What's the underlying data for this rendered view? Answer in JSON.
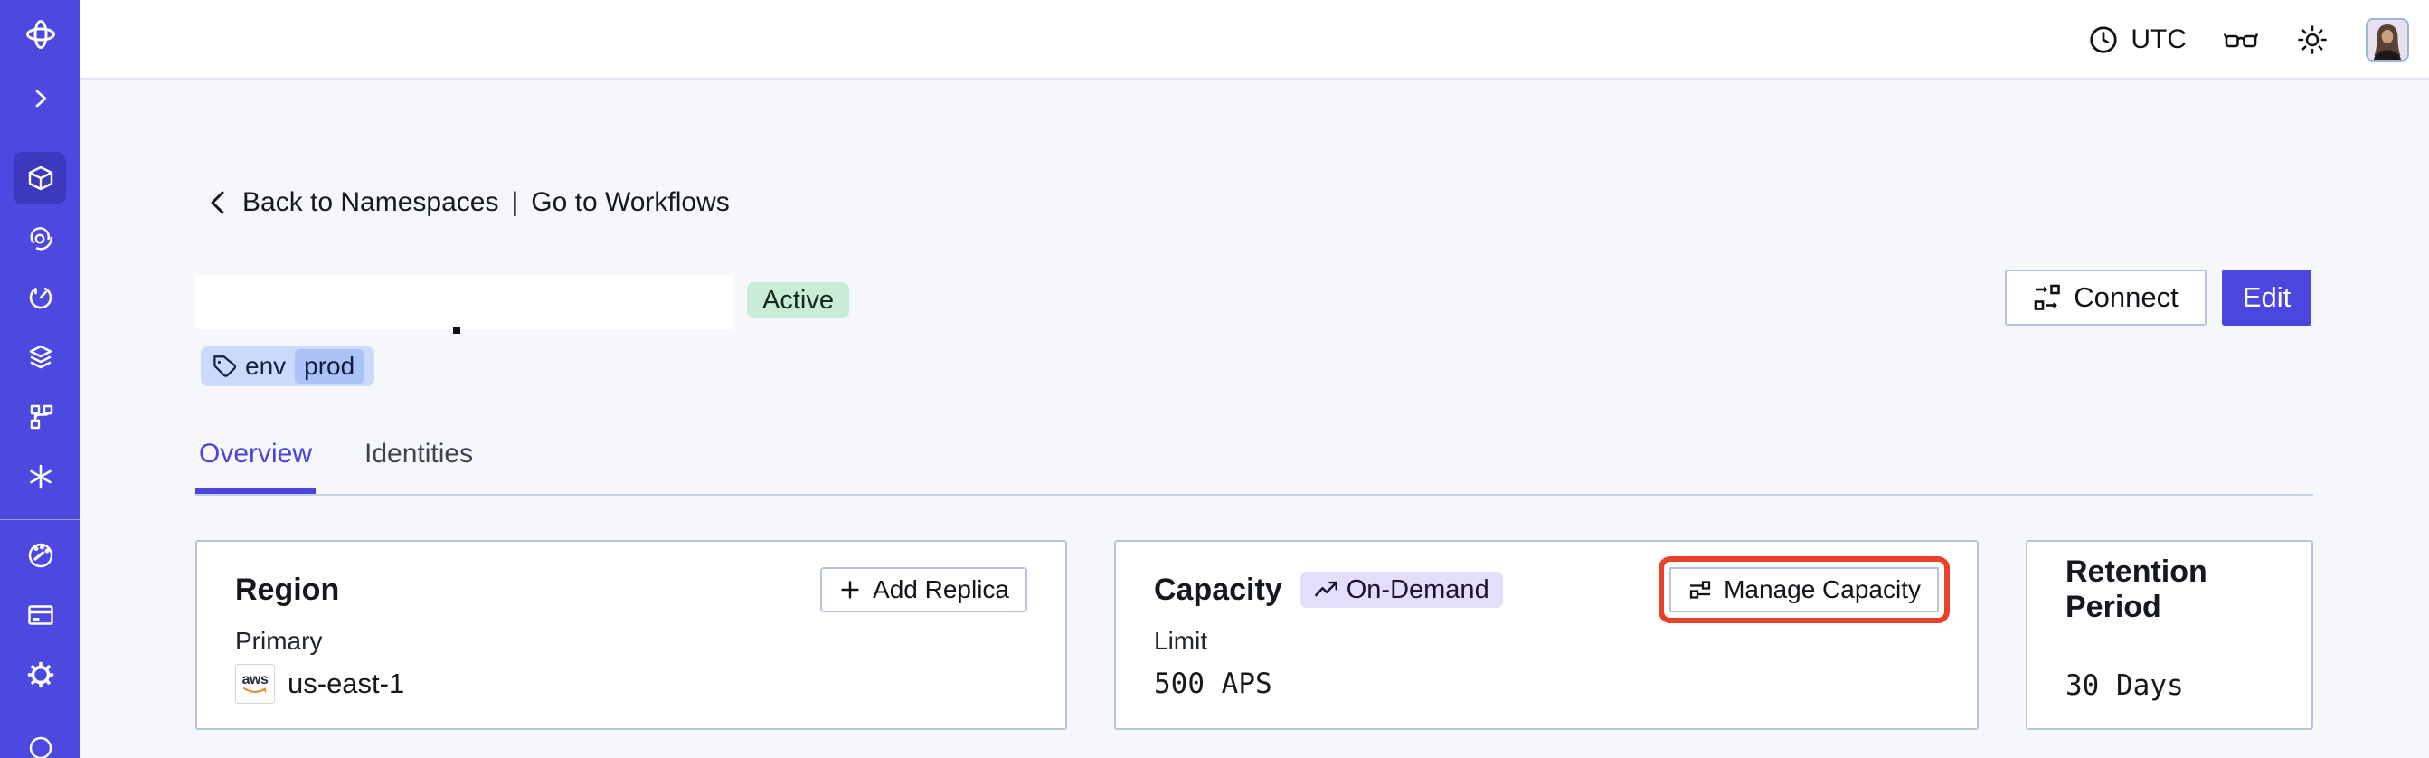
{
  "topbar": {
    "timezone": "UTC"
  },
  "breadcrumb": {
    "back_label": "Back to Namespaces",
    "separator": "|",
    "forward_label": "Go to Workflows"
  },
  "namespace_header": {
    "status_badge": "Active",
    "tag_key": "env",
    "tag_value": "prod",
    "connect_label": "Connect",
    "edit_label": "Edit"
  },
  "tabs": [
    {
      "label": "Overview",
      "active": true
    },
    {
      "label": "Identities",
      "active": false
    }
  ],
  "cards": {
    "region": {
      "title": "Region",
      "action_label": "Add Replica",
      "field_label": "Primary",
      "provider_label": "aws",
      "value": "us-east-1"
    },
    "capacity": {
      "title": "Capacity",
      "badge_label": "On-Demand",
      "action_label": "Manage Capacity",
      "action_highlighted": true,
      "field_label": "Limit",
      "value": "500 APS"
    },
    "retention": {
      "title": "Retention Period",
      "value": "30 Days"
    }
  },
  "colors": {
    "sidebar": "#4C48E0",
    "accent": "#4B46DF",
    "highlight_red": "#E8432A",
    "status_green_bg": "#C8ECD6",
    "tag_blue_bg": "#CBD9FC",
    "tag_chip_bg": "#ABC2F8",
    "ondemand_bg": "#E5DEFA",
    "card_border": "#B9C4DC",
    "page_bg": "#F6F7FA"
  }
}
